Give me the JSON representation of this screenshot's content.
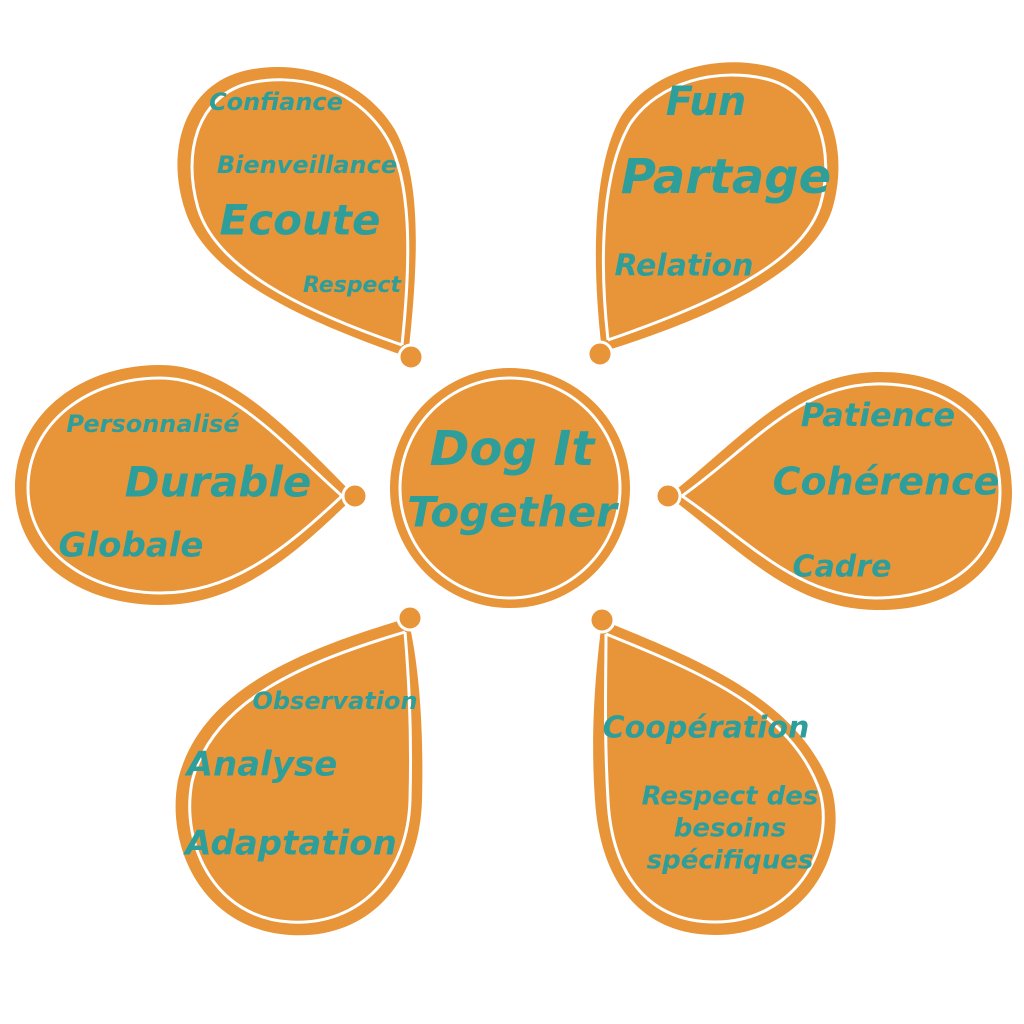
{
  "center": {
    "line1": "Dog It",
    "line2": "Together"
  },
  "petals": {
    "top_left": [
      "Confiance",
      "Bienveillance",
      "Ecoute",
      "Respect"
    ],
    "top_right": [
      "Fun",
      "Partage",
      "Relation"
    ],
    "left": [
      "Personnalisé",
      "Durable",
      "Globale"
    ],
    "right": [
      "Patience",
      "Cohérence",
      "Cadre"
    ],
    "bottom_left": [
      "Observation",
      "Analyse",
      "Adaptation"
    ],
    "bottom_right": [
      "Coopération",
      "Respect des",
      "besoins",
      "spécifiques"
    ]
  },
  "colors": {
    "petal": "#E8953A",
    "text": "#2E9E9A",
    "outline": "#ffffff"
  }
}
